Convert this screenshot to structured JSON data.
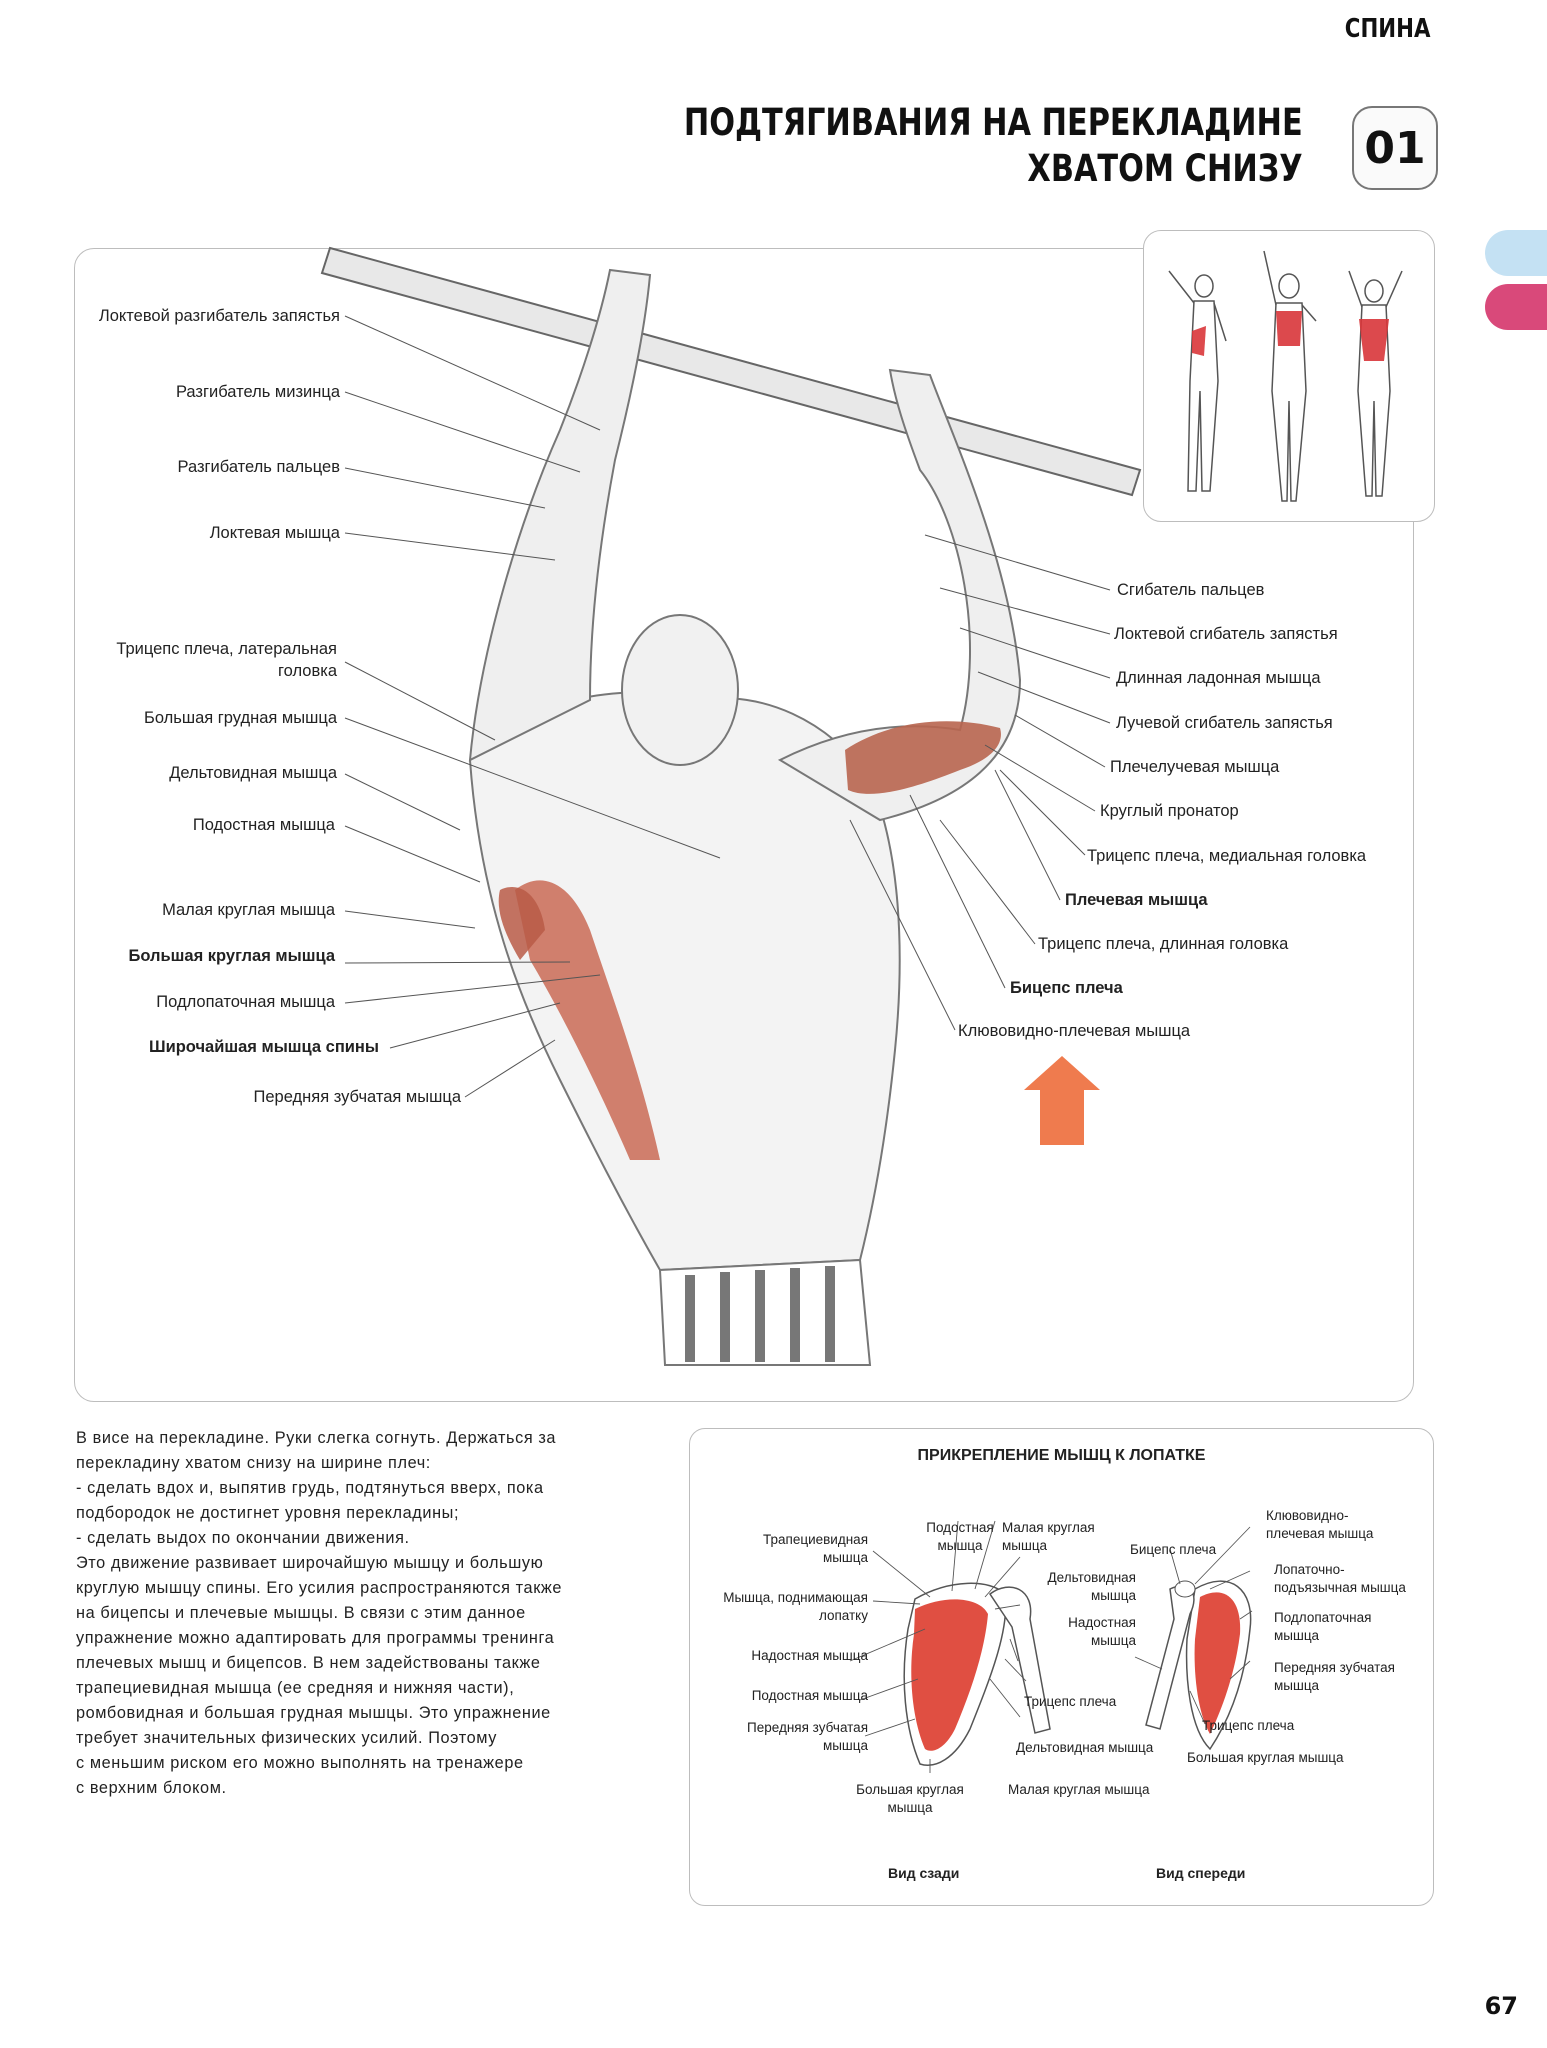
{
  "header": {
    "section": "СПИНА",
    "title_line1": "ПОДТЯГИВАНИЯ НА ПЕРЕКЛАДИНЕ",
    "title_line2": "ХВАТОМ СНИЗУ",
    "exercise_number": "01"
  },
  "colors": {
    "tab_blue": "#c4e1f3",
    "tab_pink": "#d9497a",
    "muscle_red": "#d33a2c",
    "arrow_orange": "#ef7b4e"
  },
  "main_labels_left": [
    {
      "text": "Локтевой разгибатель запястья",
      "bold": false
    },
    {
      "text": "Разгибатель мизинца",
      "bold": false
    },
    {
      "text": "Разгибатель пальцев",
      "bold": false
    },
    {
      "text": "Локтевая мышца",
      "bold": false
    },
    {
      "text": "Трицепс плеча, латеральная",
      "bold": false
    },
    {
      "text": "головка",
      "bold": false
    },
    {
      "text": "Большая грудная мышца",
      "bold": false
    },
    {
      "text": "Дельтовидная мышца",
      "bold": false
    },
    {
      "text": "Подостная мышца",
      "bold": false
    },
    {
      "text": "Малая круглая мышца",
      "bold": false
    },
    {
      "text": "Большая круглая мышца",
      "bold": true
    },
    {
      "text": "Подлопаточная мышца",
      "bold": false
    },
    {
      "text": "Широчайшая мышца спины",
      "bold": true
    },
    {
      "text": "Передняя зубчатая мышца",
      "bold": false
    }
  ],
  "main_labels_right": [
    {
      "text": "Сгибатель пальцев",
      "bold": false
    },
    {
      "text": "Локтевой сгибатель запястья",
      "bold": false
    },
    {
      "text": "Длинная ладонная мышца",
      "bold": false
    },
    {
      "text": "Лучевой сгибатель запястья",
      "bold": false
    },
    {
      "text": "Плечелучевая мышца",
      "bold": false
    },
    {
      "text": "Круглый пронатор",
      "bold": false
    },
    {
      "text": "Трицепс плеча, медиальная головка",
      "bold": false
    },
    {
      "text": "Плечевая мышца",
      "bold": true
    },
    {
      "text": "Трицепс плеча, длинная головка",
      "bold": false
    },
    {
      "text": "Бицепс плеча",
      "bold": true
    },
    {
      "text": "Клювовидно-плечевая мышца",
      "bold": false
    }
  ],
  "description": {
    "lines": [
      "В висе на перекладине. Руки слегка согнуть. Держаться за",
      "перекладину хватом снизу на ширине плеч:",
      "- сделать вдох и, выпятив грудь, подтянуться вверх, пока",
      "подбородок не достигнет уровня перекладины;",
      "- сделать выдох по окончании движения.",
      "Это движение развивает широчайшую мышцу и большую",
      "круглую мышцу спины. Его усилия распространяются также",
      "на бицепсы и плечевые мышцы. В связи с этим данное",
      "упражнение можно адаптировать для программы тренинга",
      "плечевых мышц и бицепсов. В нем задействованы также",
      "трапециевидная мышца (ее средняя и нижняя части),",
      "ромбовидная и большая грудная мышцы. Это упражнение",
      "требует значительных физических усилий. Поэтому",
      "с меньшим риском его можно выполнять на тренажере",
      "с верхним блоком."
    ]
  },
  "attachment": {
    "title": "ПРИКРЕПЛЕНИЕ МЫШЦ К ЛОПАТКЕ",
    "back_labels": {
      "trapezius": "Трапециевидная\nмышца",
      "levator": "Мышца, поднимающая\nлопатку",
      "supraspinatus": "Надостная мышца",
      "infraspinatus": "Подостная мышца",
      "serratus": "Передняя зубчатая\nмышца",
      "teres_major": "Большая круглая\nмышца",
      "infraspinatus_top": "Подостная\nмышца",
      "teres_minor_top": "Малая круглая\nмышца",
      "deltoid": "Дельтовидная\nмышца",
      "supraspinatus_mid": "Надостная\nмышца",
      "triceps": "Трицепс плеча",
      "deltoid_bottom": "Дельтовидная мышца",
      "teres_minor_bottom": "Малая круглая мышца"
    },
    "front_labels": {
      "coracobrachialis": "Клювовидно-\nплечевая мышца",
      "biceps": "Бицепс плеча",
      "omohyoid": "Лопаточно-\nподъязычная мышца",
      "subscapularis": "Подлопаточная\nмышца",
      "serratus": "Передняя зубчатая\nмышца",
      "triceps": "Трицепс плеча",
      "teres_major": "Большая круглая мышца"
    },
    "view_back": "Вид сзади",
    "view_front": "Вид спереди"
  },
  "page_number": "67"
}
